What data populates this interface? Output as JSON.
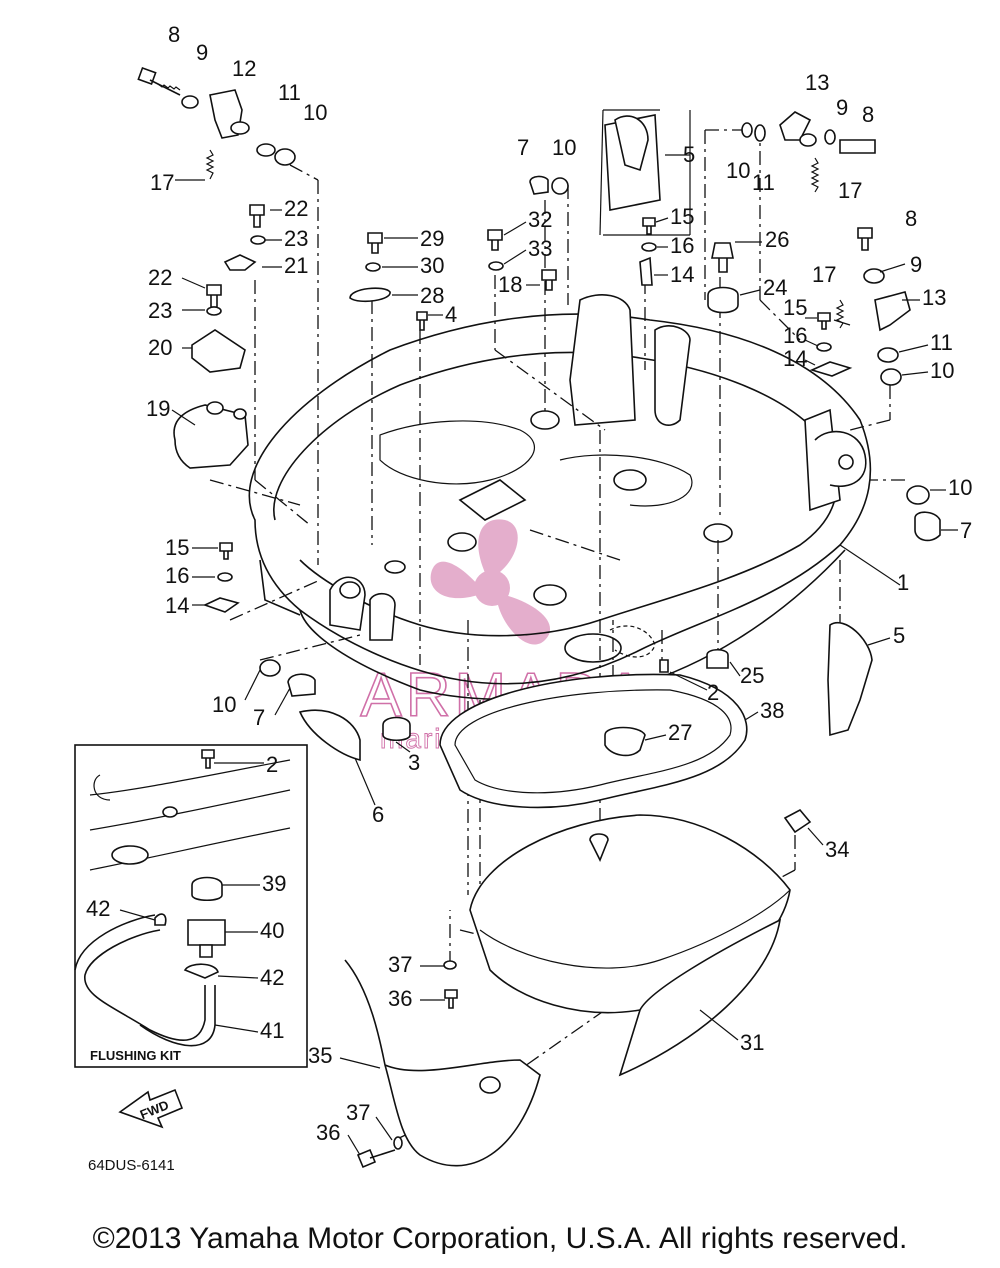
{
  "diagram": {
    "callouts": {
      "c1": "1",
      "c2a": "2",
      "c2b": "2",
      "c3": "3",
      "c4": "4",
      "c5a": "5",
      "c5b": "5",
      "c6": "6",
      "c7a": "7",
      "c7b": "7",
      "c7c": "7",
      "c8a": "8",
      "c8b": "8",
      "c8c": "8",
      "c9a": "9",
      "c9b": "9",
      "c9c": "9",
      "c10a": "10",
      "c10b": "10",
      "c10c": "10",
      "c10d": "10",
      "c10e": "10",
      "c10f": "10",
      "c11a": "11",
      "c11b": "11",
      "c11c": "11",
      "c12": "12",
      "c13a": "13",
      "c13b": "13",
      "c14a": "14",
      "c14b": "14",
      "c14c": "14",
      "c15a": "15",
      "c15b": "15",
      "c15c": "15",
      "c16a": "16",
      "c16b": "16",
      "c16c": "16",
      "c17a": "17",
      "c17b": "17",
      "c17c": "17",
      "c18": "18",
      "c19": "19",
      "c20": "20",
      "c21": "21",
      "c22a": "22",
      "c22b": "22",
      "c23a": "23",
      "c23b": "23",
      "c24": "24",
      "c25": "25",
      "c26": "26",
      "c27": "27",
      "c28": "28",
      "c29": "29",
      "c30": "30",
      "c31": "31",
      "c32": "32",
      "c33": "33",
      "c34": "34",
      "c35": "35",
      "c36a": "36",
      "c36b": "36",
      "c37a": "37",
      "c37b": "37",
      "c38": "38",
      "c39": "39",
      "c40": "40",
      "c41": "41",
      "c42a": "42",
      "c42b": "42"
    },
    "flushing_kit_label": "FLUSHING KIT",
    "fwd_label": "FWD",
    "diagram_code": "64DUS-6141",
    "watermark": {
      "brand": "ARMADA",
      "tagline": "marine outboards",
      "color": "#e0a0c4"
    }
  },
  "footer": {
    "copyright": "©2013 Yamaha Motor Corporation, U.S.A. All rights reserved."
  }
}
